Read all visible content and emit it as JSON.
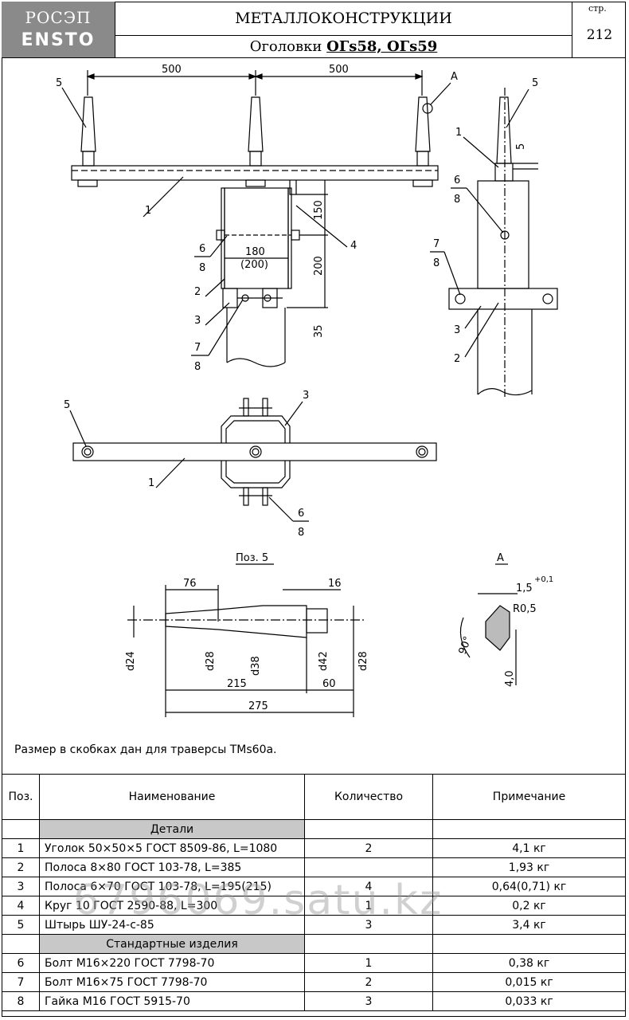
{
  "header": {
    "logo_top": "РОСЭП",
    "logo_bottom": "ENSTO",
    "title": "МЕТАЛЛОКОНСТРУКЦИИ",
    "subtitle_prefix": "Оголовки",
    "subtitle_codes": "ОГs58, ОГs59",
    "page_label": "стр.",
    "page_number": "212"
  },
  "drawing": {
    "dims_top": [
      "500",
      "500"
    ],
    "view_a_label": "А",
    "dim_150": "150",
    "dim_200": "200",
    "dim_35": "35",
    "dim_5": "5",
    "dim_180": "180",
    "dim_200p": "(200)",
    "pos5_title": "Поз. 5",
    "pos5_dims": {
      "d76": "76",
      "d16": "16",
      "d215": "215",
      "d60": "60",
      "d275": "275",
      "d24": "d24",
      "d28a": "d28",
      "d38": "d38",
      "d42": "d42",
      "d28b": "d28"
    },
    "detail_a": {
      "t15": "1,5",
      "t01": "+0,1",
      "r05": "R0,5",
      "a90": "90°",
      "t40": "4,0"
    },
    "callouts": {
      "c1": "1",
      "c2": "2",
      "c3": "3",
      "c4": "4",
      "c5": "5",
      "c6": "6",
      "c7": "7",
      "c8": "8"
    }
  },
  "note": "Размер в скобках дан для траверсы TMs60a.",
  "table": {
    "headers": [
      "Поз.",
      "Наименование",
      "Количество",
      "Примечание"
    ],
    "section1": "Детали",
    "section2": "Стандартные изделия",
    "rows1": [
      {
        "pos": "1",
        "name": "Уголок 50×50×5 ГОСТ 8509-86, L=1080",
        "qty": "2",
        "note": "4,1 кг"
      },
      {
        "pos": "2",
        "name": "Полоса 8×80 ГОСТ 103-78, L=385",
        "qty": "",
        "note": "1,93 кг"
      },
      {
        "pos": "3",
        "name": "Полоса 6×70 ГОСТ 103-78, L=195(215)",
        "qty": "4",
        "note": "0,64(0,71) кг"
      },
      {
        "pos": "4",
        "name": "Круг 10 ГОСТ 2590-88, L=300",
        "qty": "1",
        "note": "0,2 кг"
      },
      {
        "pos": "5",
        "name": "Штырь ШУ-24-с-85",
        "qty": "3",
        "note": "3,4 кг"
      }
    ],
    "rows2": [
      {
        "pos": "6",
        "name": "Болт М16×220 ГОСТ 7798-70",
        "qty": "1",
        "note": "0,38 кг"
      },
      {
        "pos": "7",
        "name": "Болт М16×75 ГОСТ 7798-70",
        "qty": "2",
        "note": "0,015 кг"
      },
      {
        "pos": "8",
        "name": "Гайка М16 ГОСТ 5915-70",
        "qty": "3",
        "note": "0,033 кг"
      }
    ]
  },
  "watermark": "6796069.satu.kz"
}
